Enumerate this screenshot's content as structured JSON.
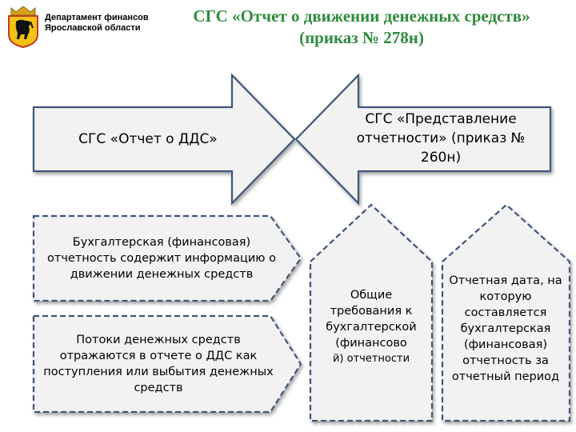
{
  "header": {
    "department": "Департамент финансов Ярославской области",
    "title": "СГС «Отчет о движении денежных средств» (приказ № 278н)"
  },
  "arrows": {
    "right_label": "СГС «Отчет о ДДС»",
    "left_label": "СГС «Представление отчетности» (приказ № 260н)"
  },
  "boxes": {
    "box1": "Бухгалтерская (финансовая) отчетность содержит информацию о движении денежных средств",
    "box2": "Потоки денежных средств отражаются в отчете о ДДС как поступления или выбытия денежных средств",
    "box3_main": "Общие требования к бухгалтерской (финансово",
    "box3_small": "й) отчетности",
    "box4": "Отчетная дата, на которую составляется бухгалтерская (финансовая) отчетность за отчетный период"
  },
  "colors": {
    "title": "#2e8b3c",
    "fill": "#f2f2f2",
    "outline": "#3f5678",
    "logo_bg": "#f4c215",
    "logo_border": "#c0392b"
  },
  "icons": {
    "logo": "yaroslavl-bear-coat-of-arms-icon"
  }
}
